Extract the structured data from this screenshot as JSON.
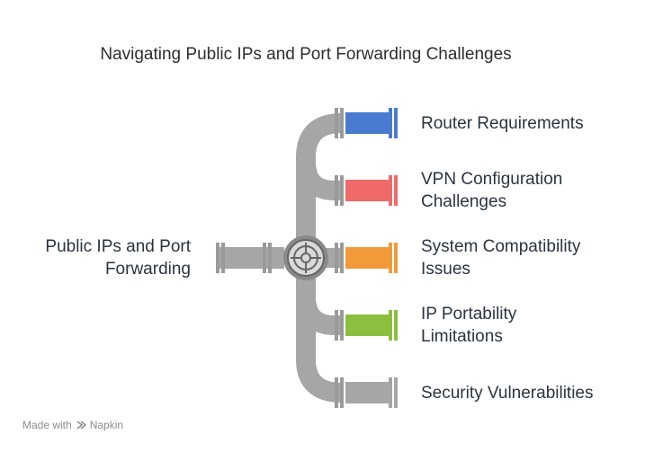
{
  "title": "Navigating Public IPs and Port Forwarding Challenges",
  "source": {
    "line1": "Public IPs and Port",
    "line2": "Forwarding"
  },
  "branches": [
    {
      "line1": "Router Requirements",
      "line2": "",
      "color": "#4a7bd0"
    },
    {
      "line1": "VPN Configuration",
      "line2": "Challenges",
      "color": "#f06a6a"
    },
    {
      "line1": "System Compatibility",
      "line2": "Issues",
      "color": "#f29a3a"
    },
    {
      "line1": "IP Portability",
      "line2": "Limitations",
      "color": "#8cbf3f"
    },
    {
      "line1": "Security Vulnerabilities",
      "line2": "",
      "color": "#a6a6a6"
    }
  ],
  "footer": {
    "prefix": "Made with",
    "brand": "Napkin"
  }
}
